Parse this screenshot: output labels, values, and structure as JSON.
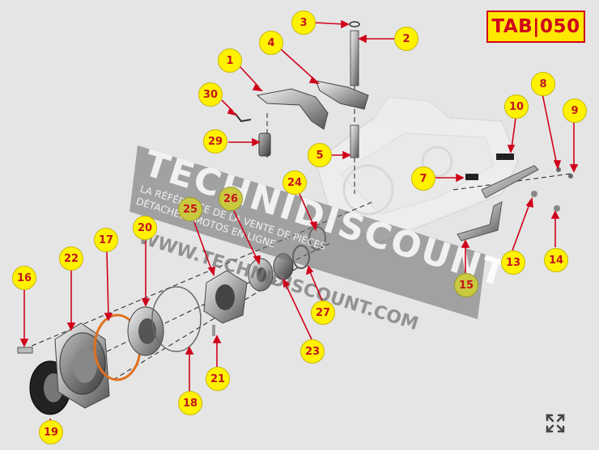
{
  "tab_label": "TAB|050",
  "watermark": {
    "brand": "TECHNIDISCOUNT",
    "tagline_1": "LA RÉFÉRENCE DE LA VENTE DE PIÈCES",
    "tagline_2": "DÉTACHÉES MOTOS EN LIGNE",
    "url": "WWW.TECHNIDISCOUNT.COM"
  },
  "callouts": [
    {
      "id": "c3",
      "label": "3"
    },
    {
      "id": "c2",
      "label": "2"
    },
    {
      "id": "c4",
      "label": "4"
    },
    {
      "id": "c1",
      "label": "1"
    },
    {
      "id": "c30",
      "label": "30"
    },
    {
      "id": "c29",
      "label": "29"
    },
    {
      "id": "c5",
      "label": "5"
    },
    {
      "id": "c8",
      "label": "8"
    },
    {
      "id": "c10",
      "label": "10"
    },
    {
      "id": "c9",
      "label": "9"
    },
    {
      "id": "c7",
      "label": "7"
    },
    {
      "id": "c24",
      "label": "24"
    },
    {
      "id": "c26",
      "label": "26"
    },
    {
      "id": "c25",
      "label": "25"
    },
    {
      "id": "c20",
      "label": "20"
    },
    {
      "id": "c17",
      "label": "17"
    },
    {
      "id": "c22",
      "label": "22"
    },
    {
      "id": "c16",
      "label": "16"
    },
    {
      "id": "c13",
      "label": "13"
    },
    {
      "id": "c14",
      "label": "14"
    },
    {
      "id": "c15",
      "label": "15"
    },
    {
      "id": "c27",
      "label": "27"
    },
    {
      "id": "c23",
      "label": "23"
    },
    {
      "id": "c21",
      "label": "21"
    },
    {
      "id": "c18",
      "label": "18"
    },
    {
      "id": "c19",
      "label": "19"
    }
  ],
  "colors": {
    "callout_fill": "#fff200",
    "callout_text": "#c4161c",
    "leader": "#d0021b",
    "badge_fill": "#ffe800"
  },
  "icons": {
    "expand": "expand-arrows-icon"
  }
}
